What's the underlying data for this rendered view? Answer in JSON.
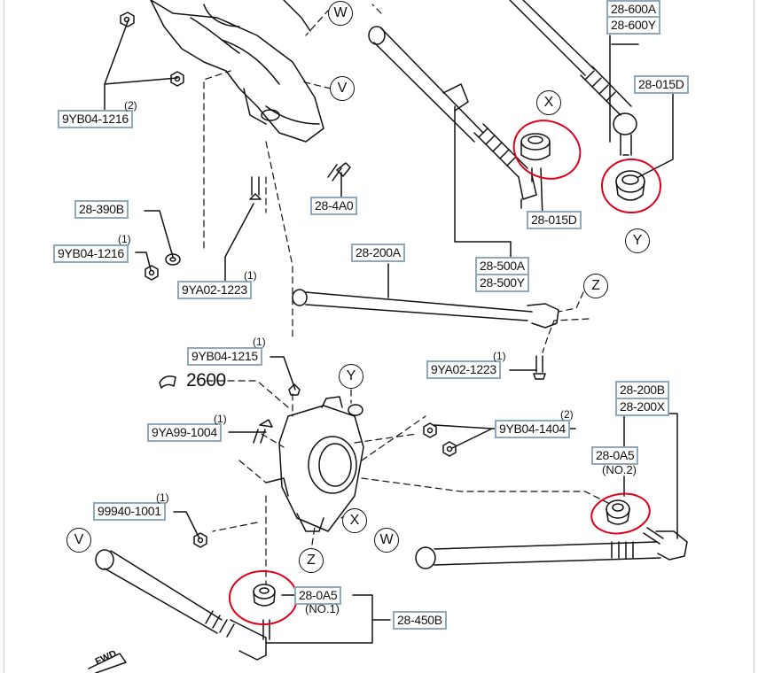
{
  "diagram": {
    "part_labels": {
      "l_9yb04_1216_top": "9YB04-1216",
      "l_28_390b": "28-390B",
      "l_9yb04_1216_mid": "9YB04-1216",
      "l_9ya02_1223_left": "9YA02-1223",
      "l_28_4a0": "28-4A0",
      "l_28_600a": "28-600A",
      "l_28_600y": "28-600Y",
      "l_28_015d_right": "28-015D",
      "l_28_015d_mid": "28-015D",
      "l_28_200a": "28-200A",
      "l_28_500a": "28-500A",
      "l_28_500y": "28-500Y",
      "l_9yb04_1215": "9YB04-1215",
      "l_9ya02_1223_right": "9YA02-1223",
      "l_9ya99_1004": "9YA99-1004",
      "l_9yb04_1404": "9YB04-1404",
      "l_99940_1001": "99940-1001",
      "l_28_200b": "28-200B",
      "l_28_200x": "28-200X",
      "l_28_0a5_no2": "28-0A5",
      "l_28_0a5_no1": "28-0A5",
      "l_28_450b": "28-450B"
    },
    "quantities": {
      "q_9yb04_1216_top": "(2)",
      "q_9yb04_1216_mid": "(1)",
      "q_9ya02_1223_left": "(1)",
      "q_9yb04_1215": "(1)",
      "q_9ya02_1223_right": "(1)",
      "q_9ya99_1004": "(1)",
      "q_9yb04_1404": "(2)",
      "q_99940_1001": "(1)"
    },
    "sub_labels": {
      "no2": "(NO.2)",
      "no1": "(NO.1)"
    },
    "callouts": {
      "w_top": "W",
      "v_top": "V",
      "x_top": "X",
      "y_top": "Y",
      "z_right": "Z",
      "y_knuckle": "Y",
      "x_knuckle": "X",
      "z_knuckle": "Z",
      "w_bottom": "W",
      "v_bottom": "V"
    },
    "knuckle_number": "2600",
    "fwd": "FWD",
    "highlight_color": "#e0001b",
    "label_border_color": "#8fa9bb"
  }
}
